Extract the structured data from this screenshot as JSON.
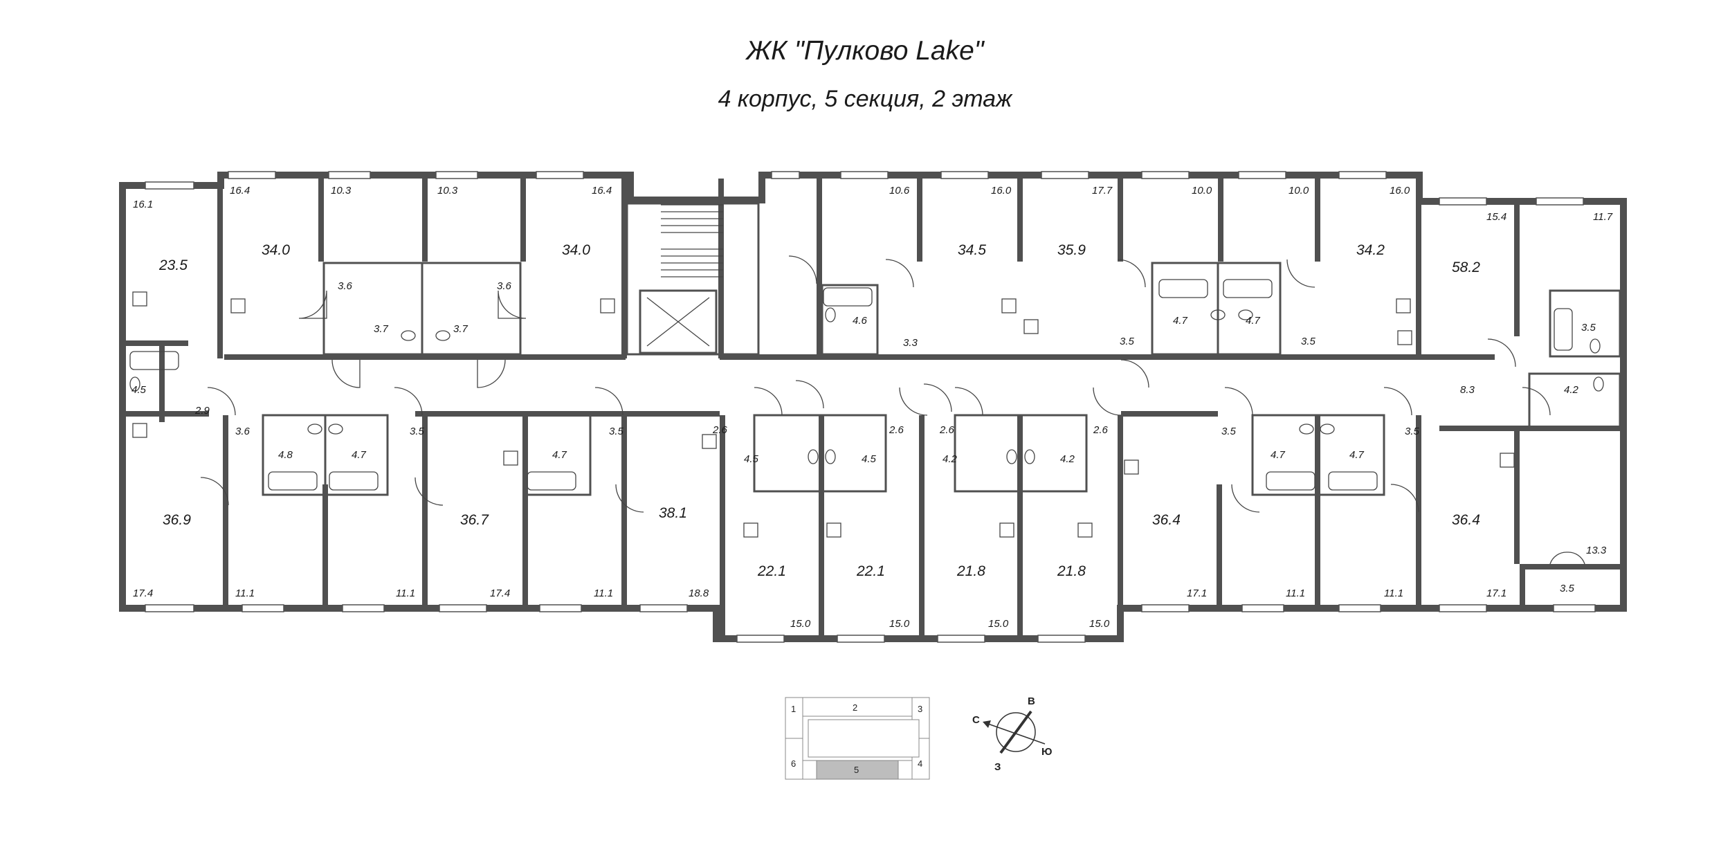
{
  "header": {
    "title": "ЖК \"Пулково Lake\"",
    "subtitle": "4 корпус, 5 секция, 2 этаж"
  },
  "plan": {
    "labels_large": [
      "23.5",
      "34.0",
      "34.0",
      "34.5",
      "35.9",
      "34.2",
      "58.2",
      "36.9",
      "36.7",
      "38.1",
      "22.1",
      "22.1",
      "21.8",
      "21.8",
      "36.4",
      "36.4"
    ],
    "labels_small": [
      "16.1",
      "16.4",
      "10.3",
      "10.3",
      "16.4",
      "10.6",
      "16.0",
      "17.7",
      "10.0",
      "10.0",
      "16.0",
      "15.4",
      "11.7",
      "3.6",
      "3.6",
      "3.7",
      "3.7",
      "4.6",
      "3.3",
      "4.7",
      "4.7",
      "3.5",
      "3.5",
      "3.5",
      "4.5",
      "2.9",
      "3.6",
      "4.8",
      "4.7",
      "3.5",
      "4.7",
      "3.5",
      "2.6",
      "2.6",
      "4.5",
      "4.5",
      "2.6",
      "2.6",
      "4.2",
      "4.2",
      "8.3",
      "4.2",
      "3.5",
      "4.7",
      "4.7",
      "3.5",
      "17.4",
      "11.1",
      "11.1",
      "17.4",
      "11.1",
      "18.8",
      "15.0",
      "15.0",
      "15.0",
      "15.0",
      "17.1",
      "11.1",
      "11.1",
      "17.1",
      "13.3",
      "3.5"
    ]
  },
  "key_plan": {
    "sections": [
      "1",
      "2",
      "3",
      "4",
      "5",
      "6"
    ],
    "highlighted": "5"
  },
  "compass": {
    "north": "С",
    "east": "В",
    "south": "Ю",
    "west": "З"
  }
}
